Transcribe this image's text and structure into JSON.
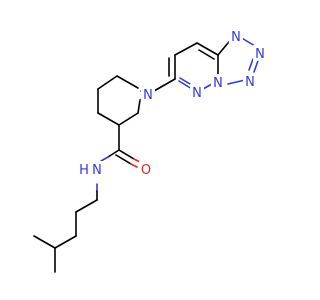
{
  "colors": {
    "bond": "#000000",
    "nitrogen": "#3038e0",
    "oxygen": "#e8241c",
    "background": "#ffffff"
  },
  "atoms": {
    "n_piperidine": "N",
    "n_pyridazine_1": "N",
    "n_bridgehead": "N",
    "n_tetrazole_1": "N",
    "n_tetrazole_2": "N",
    "n_tetrazole_3": "N",
    "o_carbonyl": "O",
    "n_amide": "N",
    "h_amide": "H"
  }
}
